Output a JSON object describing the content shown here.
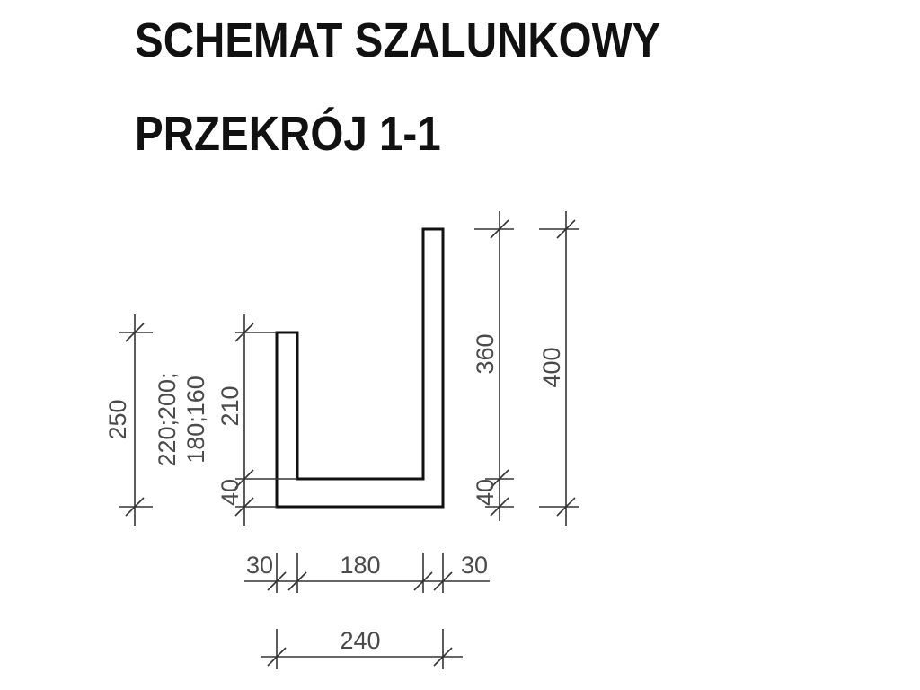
{
  "title": {
    "line1": "SCHEMAT SZALUNKOWY",
    "line2": "PRZEKRÓJ 1-1"
  },
  "dimensions": {
    "left_total": "250",
    "left_variants_line1": "220;200;",
    "left_variants_line2": "180;160",
    "left_wall": "210",
    "left_base": "40",
    "right_wall": "360",
    "right_base": "40",
    "right_total": "400",
    "bottom_left_wall": "30",
    "bottom_inner": "180",
    "bottom_right_wall": "30",
    "bottom_total": "240"
  },
  "colors": {
    "ink": "#111111",
    "dimension": "#4a4a4a"
  }
}
